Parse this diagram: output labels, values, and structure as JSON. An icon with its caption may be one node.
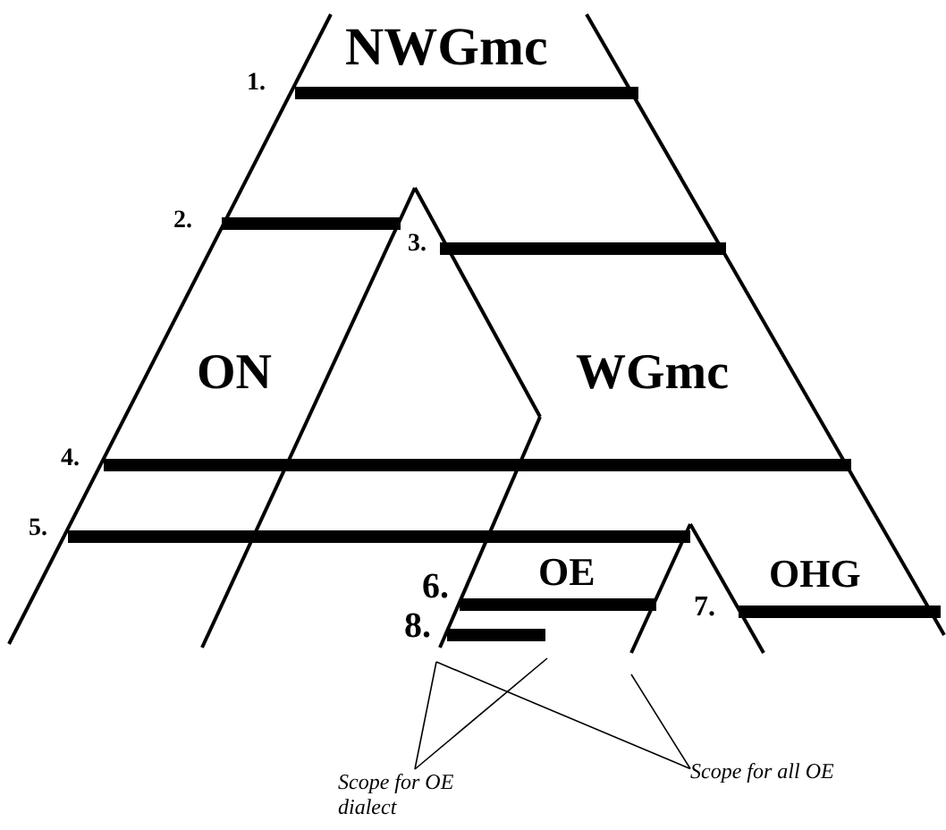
{
  "diagram": {
    "nodes": [
      {
        "text": [
          "Scope for OE dialect"
        ]
      },
      {
        "text": [
          "Scope for all OE"
        ]
      }
    ],
    "edges": [
      {
        "from": 0,
        "to": null,
        "arrow": "none"
      },
      {
        "from": 0,
        "to": null,
        "arrow": "none"
      },
      {
        "from": 1,
        "to": null,
        "arrow": "none"
      },
      {
        "from": 1,
        "to": null,
        "arrow": "none"
      }
    ],
    "labels": [
      "NWGmc",
      "1.",
      "2.",
      "3.",
      "ON",
      "WGmc",
      "4.",
      "5.",
      "OE",
      "6.",
      "OHG",
      "7.",
      "8."
    ]
  }
}
